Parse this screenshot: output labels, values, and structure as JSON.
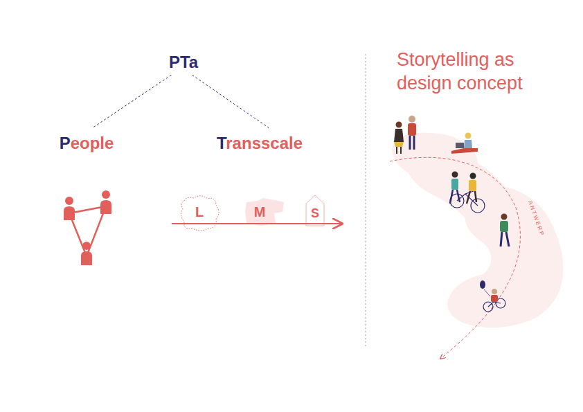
{
  "diagram": {
    "nodes": [
      {
        "text": [
          "PTa"
        ]
      },
      {
        "text": [
          "People"
        ]
      },
      {
        "text": [
          "Transscale"
        ]
      }
    ],
    "edges": [
      {
        "from": 0,
        "to": 1,
        "arrow": "none"
      },
      {
        "from": 0,
        "to": 2,
        "arrow": "none"
      }
    ],
    "labels": [
      "L",
      "M",
      "S",
      "Storytelling as design concept",
      "ANTWERP"
    ]
  }
}
